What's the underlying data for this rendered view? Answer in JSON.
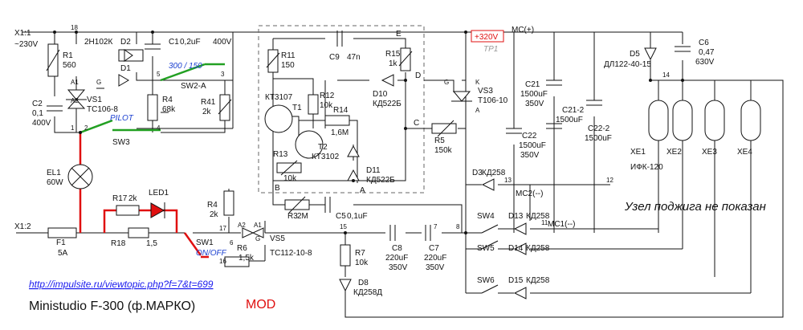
{
  "title": "Ministudio F-300 (ф.МАРКО)",
  "mod_label": "MOD",
  "url": "http://impulsite.ru/viewtopic.php?f=7&t=699",
  "note": "Узел поджига не показан",
  "terminals": {
    "x11": "X1:1",
    "x11_voltage": "~230V",
    "x12": "X1:2"
  },
  "nodes": [
    "1",
    "2",
    "3",
    "4",
    "5",
    "6",
    "7",
    "8",
    "11",
    "12",
    "13",
    "14",
    "15",
    "16",
    "17",
    "18"
  ],
  "node_letters": {
    "e": "E",
    "d": "D",
    "c": "C",
    "b": "B",
    "a": "A",
    "g": "G",
    "k": "K",
    "a1": "A1",
    "a2": "A2"
  },
  "components": {
    "r1": [
      "R1",
      "560"
    ],
    "d2": [
      "2Н102К",
      "D2"
    ],
    "d1": [
      "D1"
    ],
    "c1": [
      "C1",
      "0,2uF",
      "400V"
    ],
    "c2": [
      "C2",
      "0,1",
      "400V"
    ],
    "vs1": [
      "VS1",
      "TC106-8"
    ],
    "r4a": [
      "R4",
      "68k"
    ],
    "r41": [
      "R41",
      "2k"
    ],
    "sw2": [
      "SW2-A"
    ],
    "sw2_modes": "300 / 150",
    "pilot": "PILOT",
    "sw3": "SW3",
    "r11": [
      "R11",
      "150"
    ],
    "c9": [
      "C9",
      "47n"
    ],
    "r15": [
      "R15",
      "1k"
    ],
    "r12": [
      "R12",
      "10k"
    ],
    "t1": [
      "КТ3107",
      "T1"
    ],
    "r14": [
      "R14",
      "1,6M"
    ],
    "t2": [
      "T2",
      "КТ3102"
    ],
    "r13": [
      "R13",
      "10k"
    ],
    "d10": [
      "D10",
      "КД522Б"
    ],
    "d11": [
      "D11",
      "КД522Б"
    ],
    "r5": [
      "R5",
      "150k"
    ],
    "r3": [
      "R3",
      "2M"
    ],
    "c5": [
      "C5",
      "0,1uF"
    ],
    "vs3": [
      "VS3",
      "T106-10"
    ],
    "v320": "+320V",
    "tp1": "TP1",
    "mc_plus": "MC(+)",
    "c21": [
      "C21",
      "1500uF",
      "350V"
    ],
    "c212": [
      "C21-2",
      "1500uF"
    ],
    "c22": [
      "C22",
      "1500uF",
      "350V"
    ],
    "c222": [
      "C22-2",
      "1500uF"
    ],
    "d5": [
      "D5",
      "ДЛ122-40-15"
    ],
    "c6": [
      "C6",
      "0,47",
      "630V"
    ],
    "xe": [
      "XE1",
      "XE2",
      "XE3",
      "XE4"
    ],
    "ifk": "ИФК-120",
    "d3": [
      "D3",
      "КД258"
    ],
    "mc2": "MC2(--)",
    "mc1": "MC1(--)",
    "sw4": [
      "SW4",
      "D13",
      "КД258"
    ],
    "sw5": [
      "SW5",
      "D14",
      "КД258"
    ],
    "sw6": [
      "SW6",
      "D15",
      "КД258"
    ],
    "el1": [
      "EL1",
      "60W"
    ],
    "r17": [
      "R17",
      "2k"
    ],
    "led1": "LED1",
    "r18": [
      "R18",
      "1,5"
    ],
    "r4b": [
      "R4",
      "2k"
    ],
    "f1": [
      "F1",
      "5A"
    ],
    "sw1": [
      "SW1",
      "ON/OFF"
    ],
    "r6": [
      "R6",
      "1,5k"
    ],
    "vs5": [
      "VS5",
      "TC112-10-8"
    ],
    "c8": [
      "C8",
      "220uF",
      "350V"
    ],
    "c7": [
      "C7",
      "220uF",
      "350V"
    ],
    "r7": [
      "R7",
      "10k"
    ],
    "d8": [
      "D8",
      "КД258Д"
    ]
  },
  "colors": {
    "highlight_red": "#e01010",
    "switch_green": "#22a022",
    "label_blue": "#1a3fd0",
    "led_red": "#e01010"
  }
}
